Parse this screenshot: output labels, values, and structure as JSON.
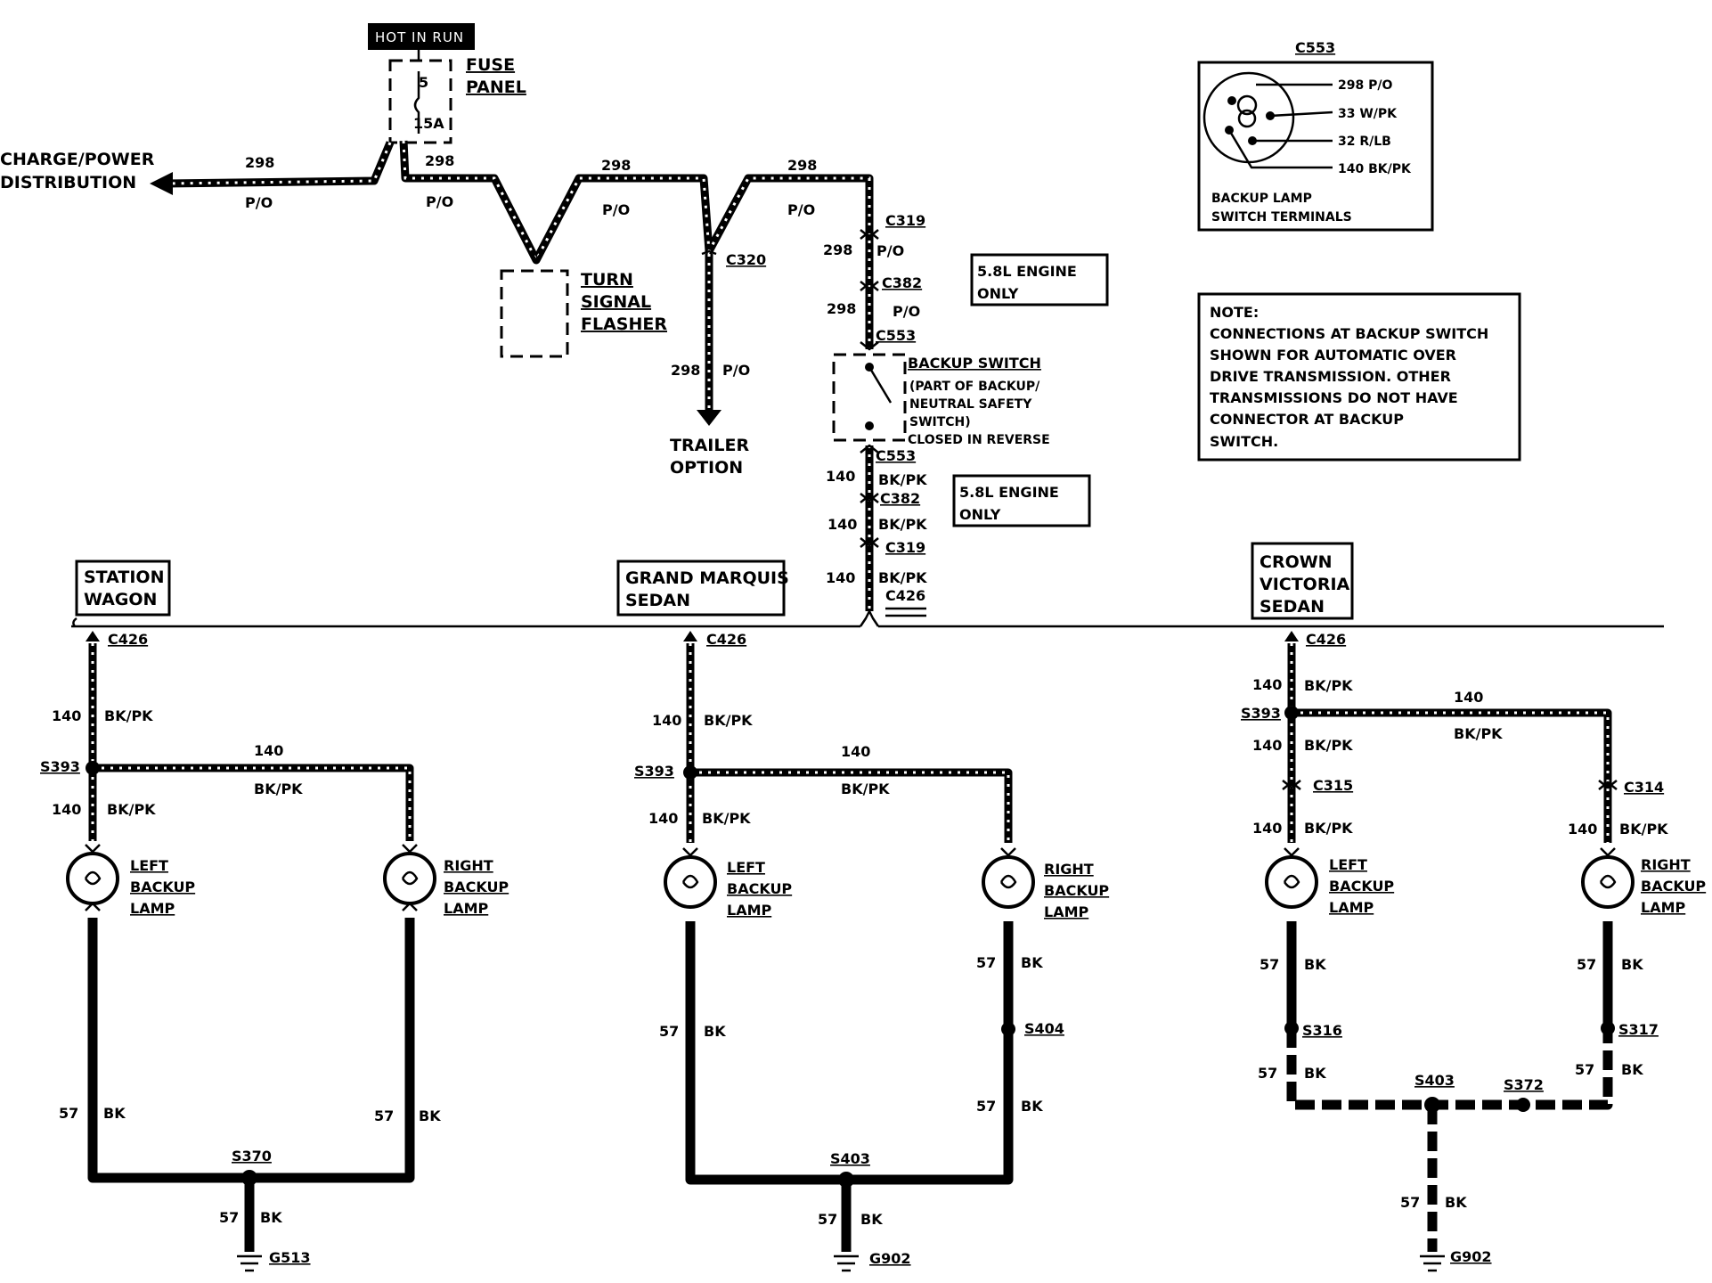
{
  "power": {
    "hot_in_run": "HOT IN RUN",
    "fuse_number": "5",
    "fuse_rating": "15A",
    "fuse_panel": [
      "FUSE",
      "PANEL"
    ],
    "charge_power": [
      "CHARGE/POWER",
      "DISTRIBUTION"
    ],
    "turn_signal_flasher": [
      "TURN",
      "SIGNAL",
      "FLASHER"
    ],
    "trailer_option": [
      "TRAILER",
      "OPTION"
    ]
  },
  "wires": {
    "w298": "298",
    "po": "P/O",
    "w140": "140",
    "bkpk": "BK/PK",
    "w57": "57",
    "bk": "BK"
  },
  "connectors": {
    "c319": "C319",
    "c320": "C320",
    "c382": "C382",
    "c553": "C553",
    "c426": "C426",
    "c315": "C315",
    "c314": "C314",
    "s393": "S393",
    "s370": "S370",
    "s403": "S403",
    "s404": "S404",
    "s316": "S316",
    "s317": "S317",
    "s372": "S372",
    "g513": "G513",
    "g902": "G902"
  },
  "backup_switch": {
    "title": "BACKUP SWITCH",
    "desc": [
      "(PART OF BACKUP/",
      "NEUTRAL SAFETY",
      "SWITCH)",
      "CLOSED IN REVERSE"
    ]
  },
  "engine_only": [
    "5.8L  ENGINE",
    "ONLY"
  ],
  "c553_inset": {
    "title": "C553",
    "pins": [
      "298 P/O",
      "33 W/PK",
      "32 R/LB",
      "140 BK/PK"
    ],
    "caption": [
      "BACKUP LAMP",
      "SWITCH TERMINALS"
    ]
  },
  "note": [
    "NOTE:",
    "CONNECTIONS AT BACKUP SWITCH",
    "SHOWN FOR AUTOMATIC OVER",
    "DRIVE TRANSMISSION.  OTHER",
    "TRANSMISSIONS DO NOT HAVE",
    "CONNECTOR AT BACKUP",
    "SWITCH."
  ],
  "variants": {
    "station_wagon": [
      "STATION",
      "WAGON"
    ],
    "grand_marquis": [
      "GRAND MARQUIS",
      "SEDAN"
    ],
    "crown_victoria": [
      "CROWN",
      "VICTORIA",
      "SEDAN"
    ]
  },
  "lamps": {
    "left": [
      "LEFT",
      "BACKUP",
      "LAMP"
    ],
    "right": [
      "RIGHT",
      "BACKUP",
      "LAMP"
    ]
  }
}
